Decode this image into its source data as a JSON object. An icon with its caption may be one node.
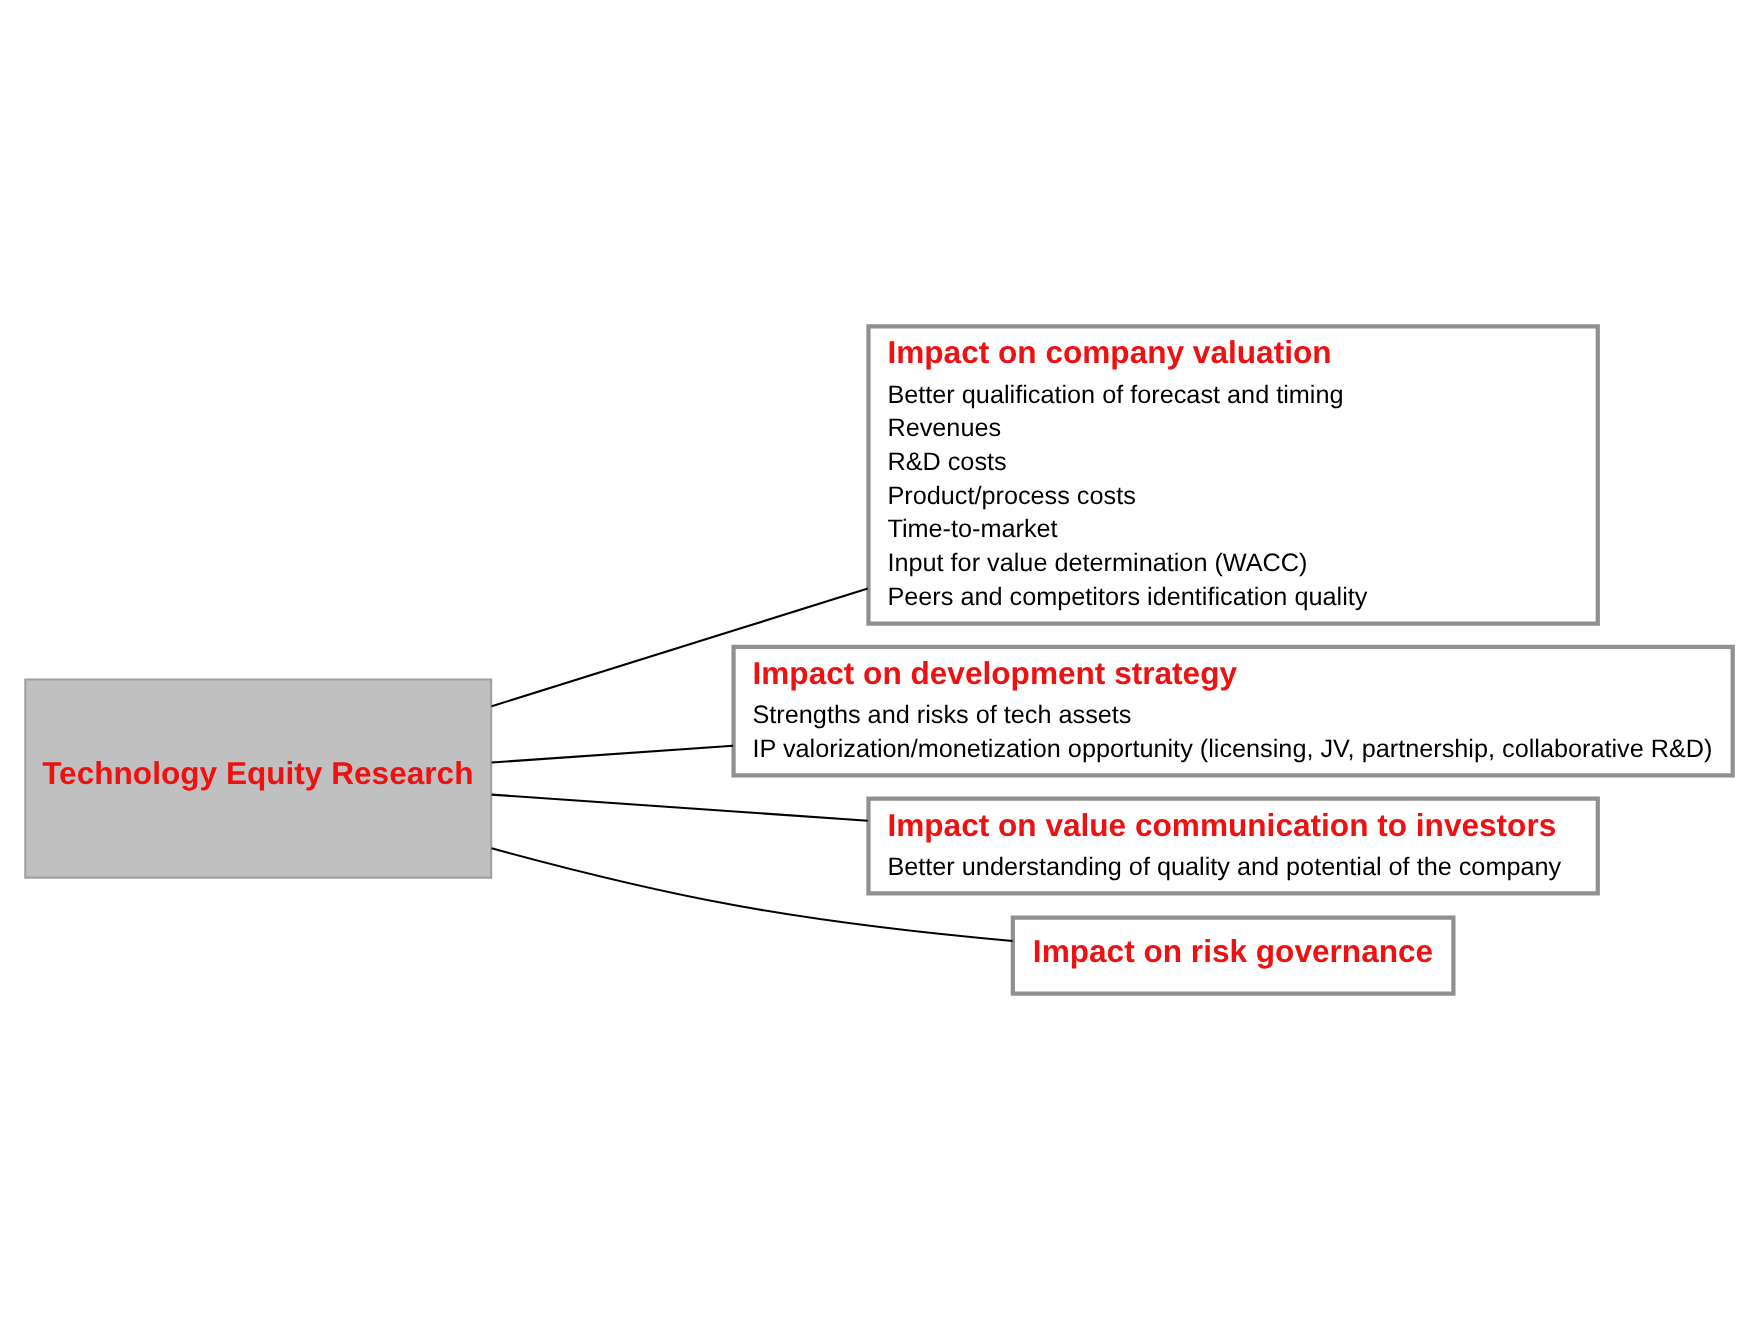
{
  "diagram": {
    "nodes": [
      {
        "text": [
          "Technology Equity Research"
        ]
      },
      {
        "text": [
          "Impact on company valuation",
          "Better qualification of forecast and timing",
          "Revenues",
          "R&D costs",
          "Product/process costs",
          "Time-to-market",
          "Input for value determination (WACC)",
          "Peers and competitors identification quality"
        ]
      },
      {
        "text": [
          "Impact on development strategy",
          "Strengths and risks of tech assets",
          "IP valorization/monetization opportunity (licensing, JV, partnership, collaborative R&D)"
        ]
      },
      {
        "text": [
          "Impact on value communication to investors",
          "Better understanding of quality and potential of the company"
        ]
      },
      {
        "text": [
          "Impact on risk governance"
        ]
      }
    ],
    "edges": [
      {
        "from": 0,
        "to": 1,
        "arrow": "none"
      },
      {
        "from": 0,
        "to": 2,
        "arrow": "none"
      },
      {
        "from": 0,
        "to": 3,
        "arrow": "none"
      },
      {
        "from": 0,
        "to": 4,
        "arrow": "none"
      }
    ]
  }
}
